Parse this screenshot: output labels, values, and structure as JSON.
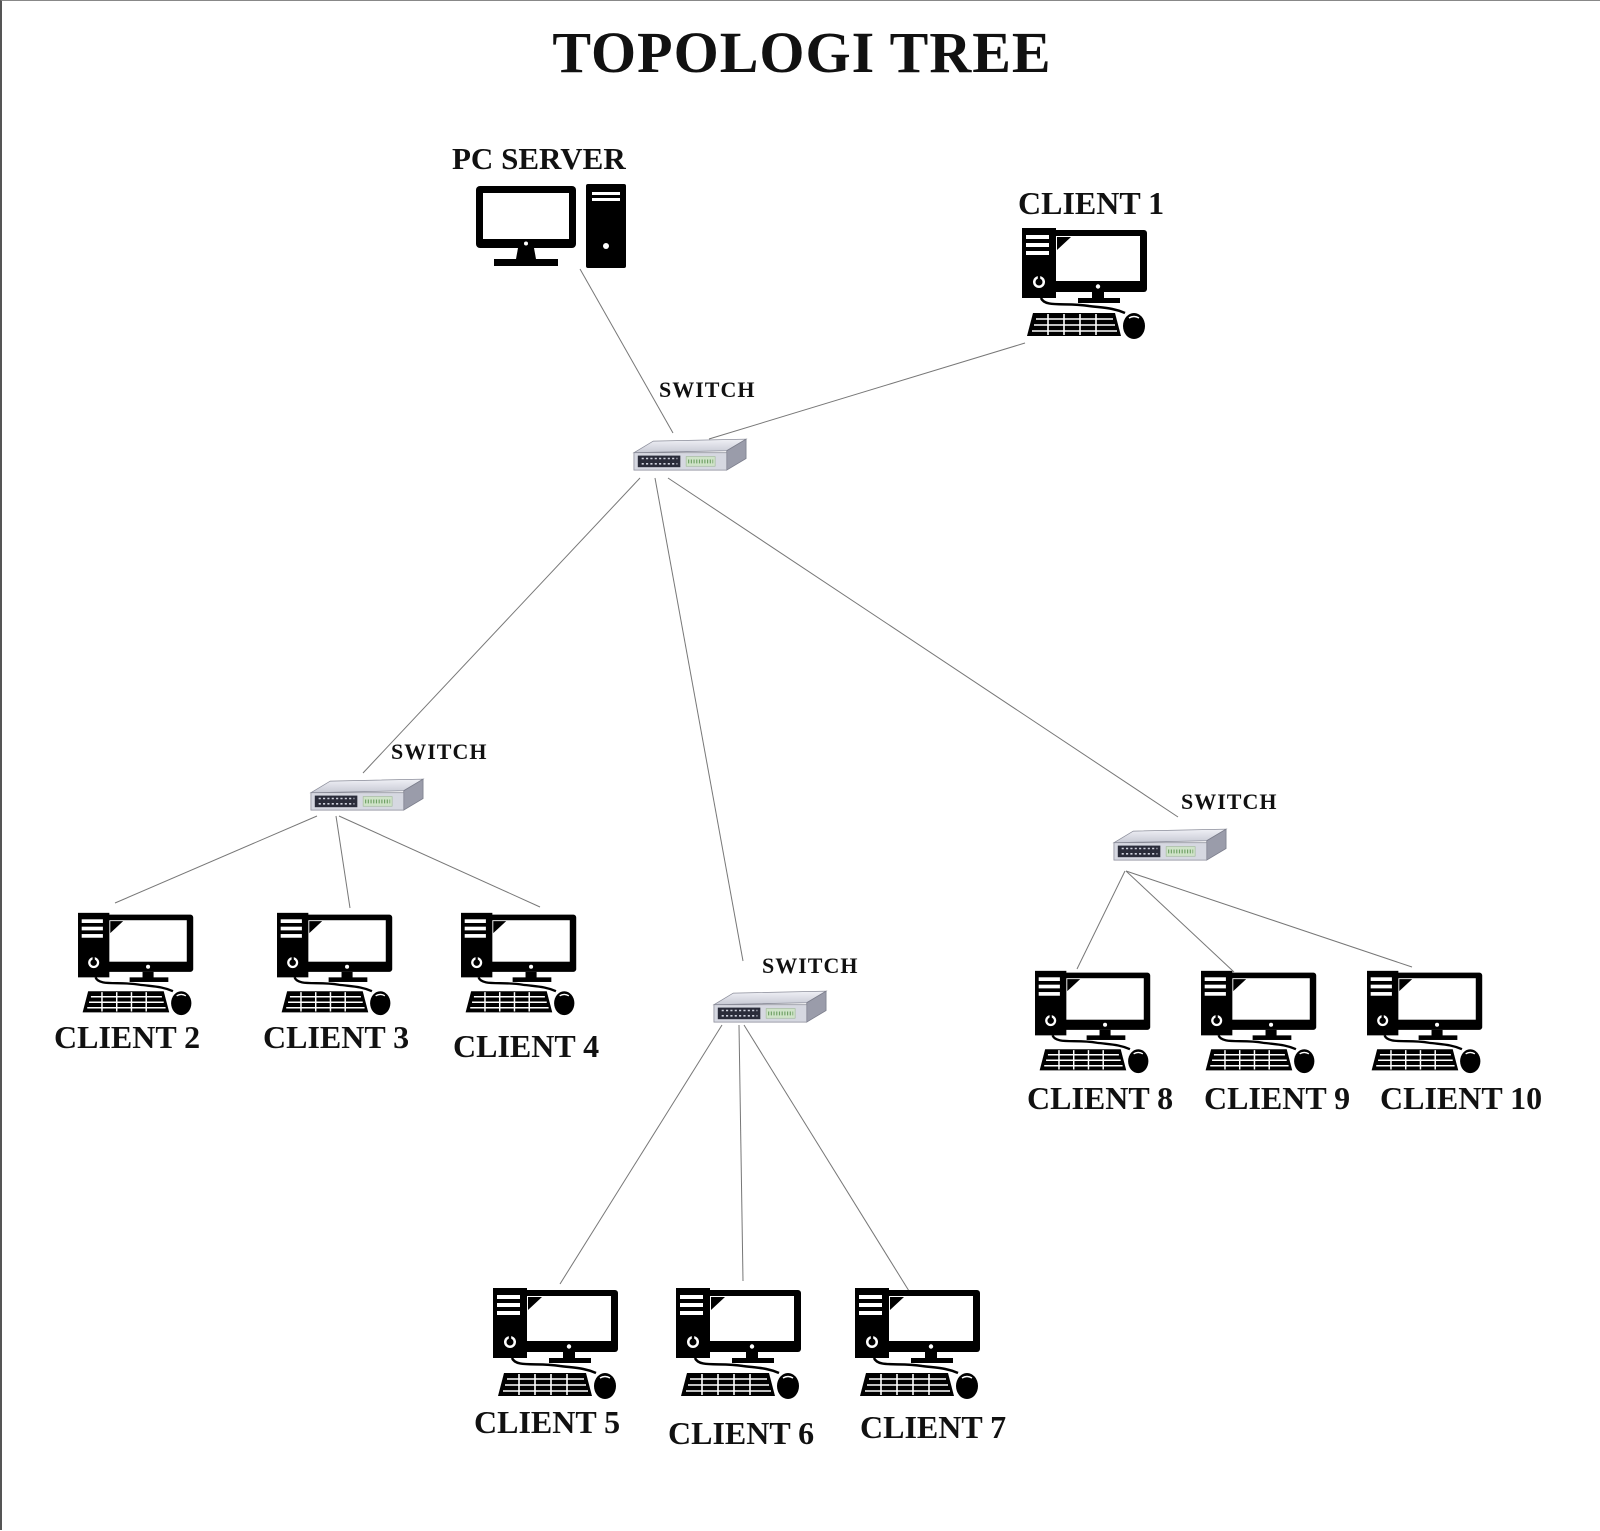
{
  "diagram": {
    "title": "TOPOLOGI TREE",
    "server": {
      "label": "PC SERVER",
      "icon": "desktop-server-icon"
    },
    "switches": [
      {
        "id": "root",
        "label": "SWITCH",
        "icon": "network-switch-icon"
      },
      {
        "id": "left",
        "label": "SWITCH",
        "icon": "network-switch-icon"
      },
      {
        "id": "middle",
        "label": "SWITCH",
        "icon": "network-switch-icon"
      },
      {
        "id": "right",
        "label": "SWITCH",
        "icon": "network-switch-icon"
      }
    ],
    "clients": [
      {
        "label": "CLIENT 1",
        "connected_to": "root"
      },
      {
        "label": "CLIENT 2",
        "connected_to": "left"
      },
      {
        "label": "CLIENT 3",
        "connected_to": "left"
      },
      {
        "label": "CLIENT 4",
        "connected_to": "left"
      },
      {
        "label": "CLIENT 5",
        "connected_to": "middle"
      },
      {
        "label": "CLIENT 6",
        "connected_to": "middle"
      },
      {
        "label": "CLIENT 7",
        "connected_to": "middle"
      },
      {
        "label": "CLIENT 8",
        "connected_to": "right"
      },
      {
        "label": "CLIENT 9",
        "connected_to": "right"
      },
      {
        "label": "CLIENT 10",
        "connected_to": "right"
      }
    ],
    "edges": [
      [
        "PC SERVER",
        "root"
      ],
      [
        "root",
        "CLIENT 1"
      ],
      [
        "root",
        "left"
      ],
      [
        "root",
        "middle"
      ],
      [
        "root",
        "right"
      ],
      [
        "left",
        "CLIENT 2"
      ],
      [
        "left",
        "CLIENT 3"
      ],
      [
        "left",
        "CLIENT 4"
      ],
      [
        "middle",
        "CLIENT 5"
      ],
      [
        "middle",
        "CLIENT 6"
      ],
      [
        "middle",
        "CLIENT 7"
      ],
      [
        "right",
        "CLIENT 8"
      ],
      [
        "right",
        "CLIENT 9"
      ],
      [
        "right",
        "CLIENT 10"
      ]
    ],
    "client_icon": "desktop-computer-icon",
    "colors": {
      "line": "#777777",
      "icon": "#000000",
      "switch_body": "#c9cbd6"
    }
  }
}
